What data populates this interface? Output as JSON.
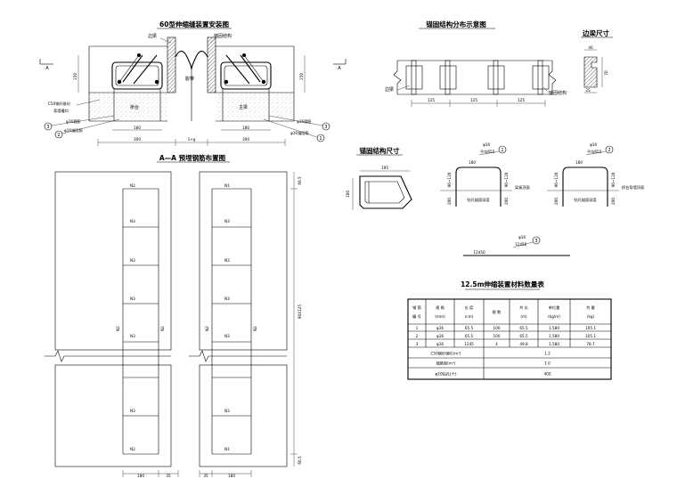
{
  "install": {
    "title": "60型伸缩缝装置安装图",
    "edge_beam": "边梁",
    "anchor_struct": "锚固结构",
    "rubber_strip": "胶带",
    "abutment": "桥台",
    "main_beam": "主梁",
    "concrete_note_1": "C50钢纤维砼",
    "concrete_note_2": "背墙槽口",
    "bar_left_1": "φ16箍筋",
    "bar_left_2": "φ16锚固筋",
    "bar_right_1": "φ16箍筋",
    "bar_right_2": "φ16锚固筋",
    "dim_150_l": "150",
    "dim_150_r": "150",
    "dim_180_l": "180",
    "dim_180_r": "180",
    "dim_300_l": "300",
    "dim_300_r": "300",
    "dim_gap": "1+g",
    "section_a": "A",
    "circ_1": "1",
    "circ_2": "2",
    "circ_3": "3"
  },
  "layout_plan": {
    "title": "A—A 预埋钢筋布置图",
    "n2": "N2",
    "n1": "N1",
    "n3": "N3",
    "dim_605_top": "60.5",
    "dim_605_bot": "60.5",
    "dim_mid": "90X125",
    "dim_180_l": "180",
    "dim_35_l": "35",
    "dim_35_r": "35",
    "dim_180_r": "180"
  },
  "anchor_dist": {
    "title": "锚固结构分布示意图",
    "edge_beam": "边梁",
    "anchor_struct": "锚固结构",
    "dim": "125"
  },
  "edge_beam_size": {
    "title": "边梁尺寸",
    "d40": "40",
    "d70": "70",
    "d25": "25"
  },
  "anchor_size": {
    "title": "锚固结构尺寸",
    "d195": "195",
    "d100": "100"
  },
  "bar1": {
    "spec": "φ16",
    "spacing": "平均655",
    "circ": "1",
    "len": "180",
    "v_left": "90~120",
    "v_right": "90~120",
    "base_left": "200",
    "base_right": "200",
    "note_bottom": "钻孔锚固深度",
    "note_side": "梁板顶面"
  },
  "bar2": {
    "spec": "φ16",
    "spacing": "平均655",
    "circ": "2",
    "len": "180",
    "v_left": "90~120",
    "v_right": "90~120",
    "base_left": "200",
    "base_right": "200",
    "note_bottom": "钻孔锚固深度",
    "note_side": "桥台背墙顶面"
  },
  "bar3": {
    "spec": "φ16",
    "circ": "3",
    "len_left": "12450",
    "len_right": "12450"
  },
  "table": {
    "title": "12.5m伸缩装置材料数量表",
    "headers": [
      [
        "钢 筋",
        "编 号"
      ],
      [
        "规 格",
        "(mm)"
      ],
      [
        "长 度",
        "(cm)"
      ],
      [
        "根 数",
        ""
      ],
      [
        "共 长",
        "(m)"
      ],
      [
        "单位重",
        "(kg/m)"
      ],
      [
        "共 重",
        "(kg)"
      ]
    ],
    "rows": [
      [
        "1",
        "φ16",
        "65.5",
        "100",
        "65.5",
        "1.580",
        "105.1"
      ],
      [
        "2",
        "φ16",
        "65.5",
        "100",
        "65.5",
        "1.580",
        "105.1"
      ],
      [
        "3",
        "φ16",
        "1245",
        "4",
        "49.8",
        "1.580",
        "78.7"
      ]
    ],
    "extra": [
      [
        "C50钢纤维砼(m³)",
        "1.2"
      ],
      [
        "植筋胶(m³)",
        "1.0"
      ],
      [
        "φ20钻孔(个)",
        "400"
      ]
    ]
  }
}
